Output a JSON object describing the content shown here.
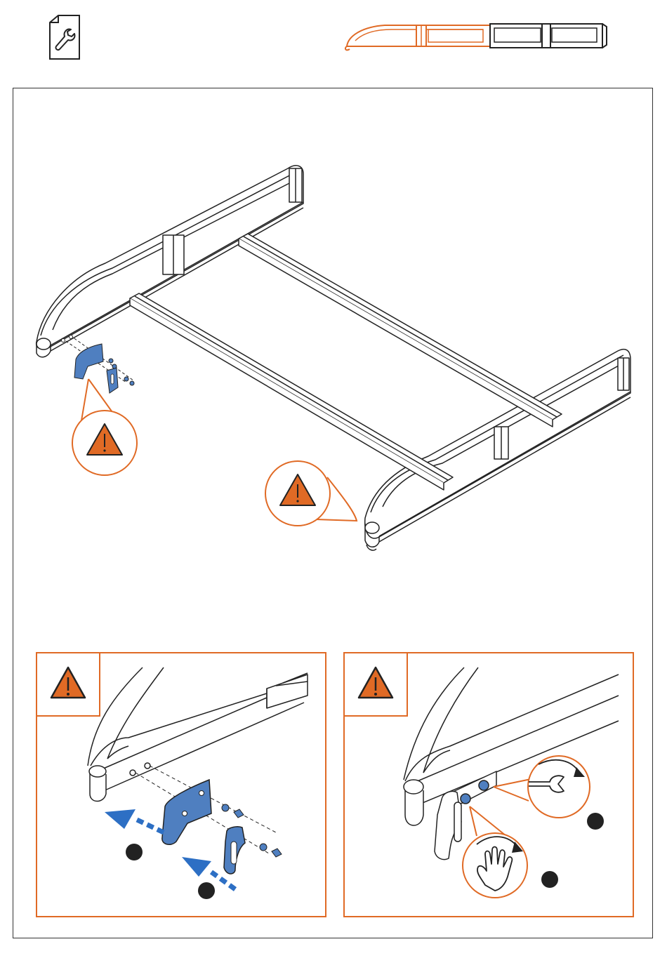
{
  "header": {
    "manual_icon": "wrench-document-icon",
    "product_icon": "product-overview-icon"
  },
  "main_figure": {
    "warning_icon": "warning-triangle-icon"
  },
  "detail_left": {
    "warning_icon": "warning-triangle-icon",
    "step_markers": [
      "step-marker-1",
      "step-marker-2"
    ]
  },
  "detail_right": {
    "warning_icon": "warning-triangle-icon",
    "callouts": [
      "wrench-tighten-icon",
      "hand-tighten-icon"
    ],
    "step_markers": [
      "step-marker-1",
      "step-marker-2"
    ]
  },
  "colors": {
    "accent_orange": "#e06a25",
    "part_blue": "#4f7fc0",
    "arrow_blue": "#2d6fc4",
    "line": "#222222",
    "frame_gray": "#eaeaea"
  }
}
